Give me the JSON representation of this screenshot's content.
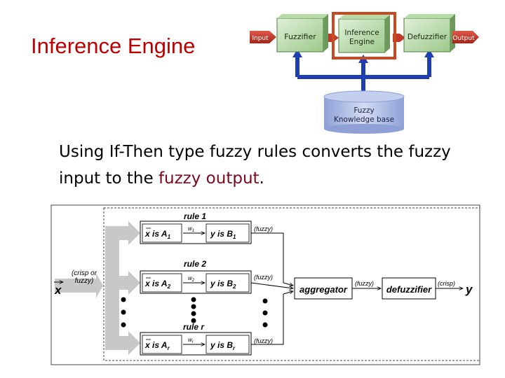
{
  "slide": {
    "title": "Inference Engine",
    "bullet_part1": "Using If-Then type fuzzy rules converts the fuzzy input to the ",
    "bullet_highlight": "fuzzy output",
    "bullet_end": "."
  },
  "top_diagram": {
    "input_label": "Input",
    "fuzzifier_label": "Fuzzifier",
    "inference_label_line1": "Inference",
    "inference_label_line2": "Engine",
    "defuzzifier_label": "Defuzzifier",
    "output_label": "Output",
    "kb_line1": "Fuzzy",
    "kb_line2": "Knowledge base",
    "colors": {
      "input_output": "#c0392b",
      "fuzzifier": "#5a9a4a",
      "highlight_border": "#c84a20",
      "arrows": "#1f3fb0",
      "database": "#a9b7df"
    }
  },
  "rule_diagram": {
    "input_var": "x",
    "input_note_line1": "(crisp or",
    "input_note_line2": "fuzzy)",
    "rules": [
      {
        "title": "rule 1",
        "weight": "w",
        "weight_sub": "1",
        "antecedent": "x is A",
        "antecedent_sub": "1",
        "consequent": "y is B",
        "consequent_sub": "1",
        "out_note": "(fuzzy)"
      },
      {
        "title": "rule 2",
        "weight": "w",
        "weight_sub": "2",
        "antecedent": "x is A",
        "antecedent_sub": "2",
        "consequent": "y is B",
        "consequent_sub": "2",
        "out_note": "(fuzzy)"
      },
      {
        "title": "rule r",
        "weight": "w",
        "weight_sub": "r",
        "antecedent": "x is A",
        "antecedent_sub": "r",
        "consequent": "y is B",
        "consequent_sub": "r",
        "out_note": "(fuzzy)"
      }
    ],
    "aggregator_label": "aggregator",
    "aggregator_out_note": "(fuzzy)",
    "defuzzifier_label": "defuzzifier",
    "defuzzifier_out_note": "(crisp)",
    "output_var": "y"
  }
}
